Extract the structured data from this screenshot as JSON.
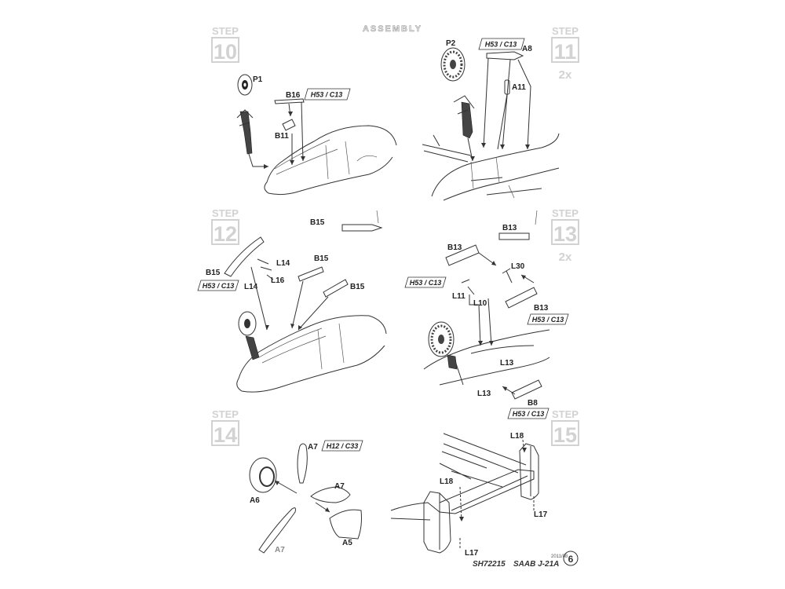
{
  "header": {
    "title": "ASSEMBLY"
  },
  "steps": [
    {
      "word": "STEP",
      "number": "10",
      "multiplier": ""
    },
    {
      "word": "STEP",
      "number": "11",
      "multiplier": "2x"
    },
    {
      "word": "STEP",
      "number": "12",
      "multiplier": ""
    },
    {
      "word": "STEP",
      "number": "13",
      "multiplier": "2x"
    },
    {
      "word": "STEP",
      "number": "14",
      "multiplier": ""
    },
    {
      "word": "STEP",
      "number": "15",
      "multiplier": ""
    }
  ],
  "step10": {
    "parts": [
      "P1",
      "B16",
      "B11"
    ],
    "paint": "H53 / C13"
  },
  "step11": {
    "parts": [
      "P2",
      "A8",
      "A11"
    ],
    "paint": "H53 / C13"
  },
  "step12": {
    "parts": [
      "B15",
      "L14",
      "L16",
      "B15",
      "L14",
      "B15",
      "B15"
    ],
    "paint": "H53 / C13"
  },
  "step13": {
    "parts": [
      "B13",
      "B13",
      "L30",
      "L11",
      "L10",
      "B13",
      "L13",
      "L13",
      "B8"
    ],
    "paint": [
      "H53 / C13",
      "H53 / C13",
      "H53 / C13"
    ]
  },
  "step14": {
    "parts": [
      "A7",
      "A7",
      "A6",
      "A5",
      "A7"
    ],
    "paint": "H12 / C33"
  },
  "step15": {
    "parts": [
      "L18",
      "L18",
      "L17",
      "L17"
    ]
  },
  "footer": {
    "code": "SH72215",
    "model": "SAAB J-21A",
    "date": "2011/08",
    "page": "6"
  }
}
